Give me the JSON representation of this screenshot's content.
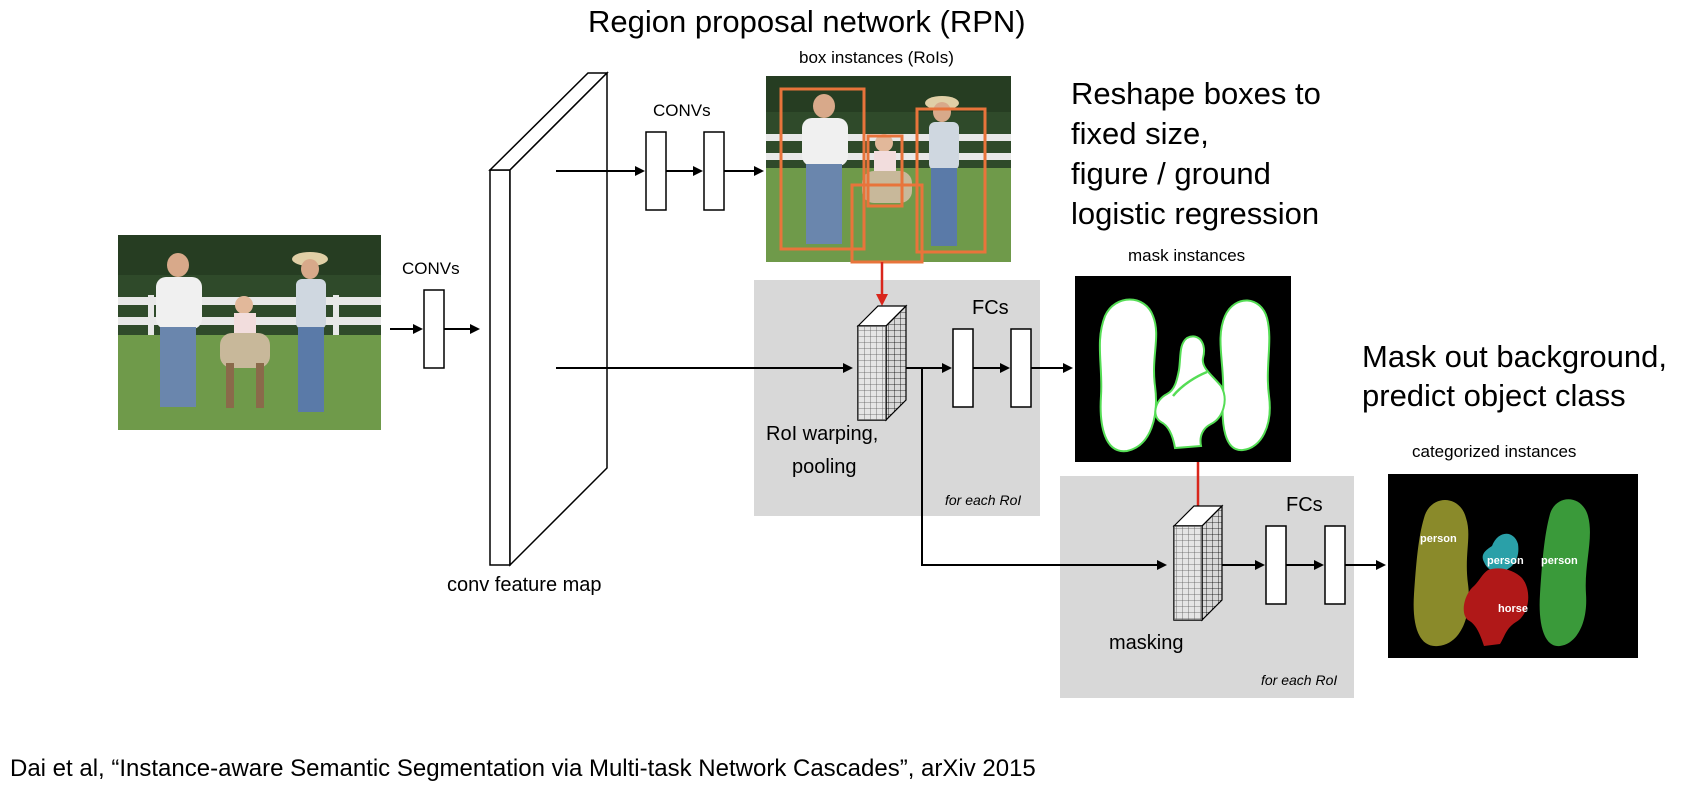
{
  "rpn_title": "Region proposal network (RPN)",
  "box_instances_label": "box instances (RoIs)",
  "convs_top_label": "CONVs",
  "convs_left_label": "CONVs",
  "conv_feature_map_label": "conv feature map",
  "reshape_text": [
    "Reshape boxes to",
    "fixed size,",
    "figure / ground",
    "logistic regression"
  ],
  "mask_instances_label": "mask instances",
  "fcs_label_1": "FCs",
  "roi_warping_label": [
    "RoI warping,",
    "pooling"
  ],
  "for_each_roi_1": "for each RoI",
  "mask_out_text": [
    "Mask out background,",
    "predict object class"
  ],
  "categorized_instances_label": "categorized instances",
  "fcs_label_2": "FCs",
  "masking_label": "masking",
  "for_each_roi_2": "for each RoI",
  "instance_labels": [
    "person",
    "person",
    "person",
    "horse"
  ],
  "citation": "Dai et al,  “Instance-aware Semantic Segmentation via Multi-task Network Cascades”, arXiv 2015",
  "colors": {
    "box_orange": "#e8743b",
    "red_arrow": "#d9261c",
    "panel_gray": "#d8d8d8",
    "olive_person": "#8a8a2a",
    "teal_person": "#2aa0a8",
    "green_person": "#3a9a3a",
    "red_horse": "#b01818",
    "mask_edge_green": "#55dd55"
  }
}
